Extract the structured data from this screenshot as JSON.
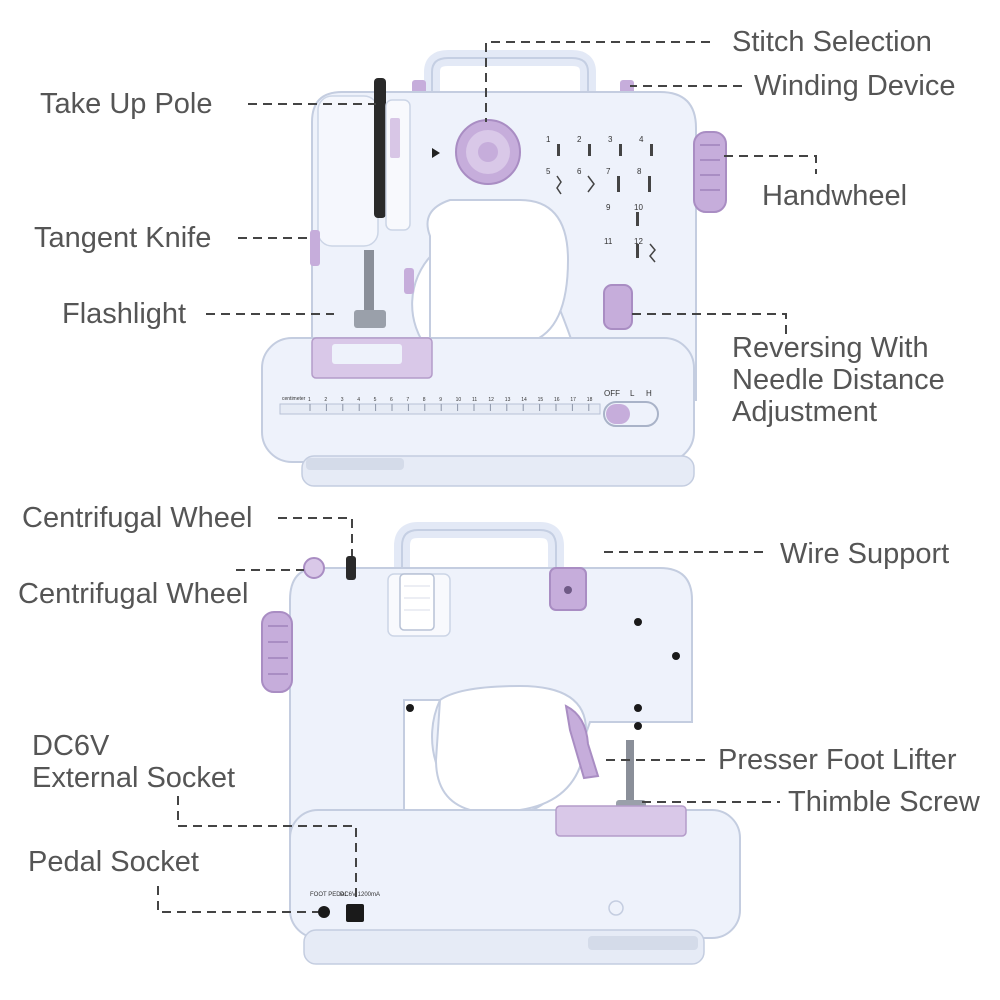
{
  "labels": {
    "stitch_selection": "Stitch Selection",
    "winding_device": "Winding Device",
    "take_up_pole": "Take Up Pole",
    "handwheel": "Handwheel",
    "tangent_knife": "Tangent Knife",
    "flashlight": "Flashlight",
    "reversing_line1": "Reversing With",
    "reversing_line2": "Needle Distance",
    "reversing_line3": "Adjustment",
    "centrifugal_wheel_1": "Centrifugal Wheel",
    "centrifugal_wheel_2": "Centrifugal Wheel",
    "wire_support": "Wire Support",
    "dc6v_line1": "DC6V",
    "dc6v_line2": "External Socket",
    "presser_foot_lifter": "Presser Foot Lifter",
    "thimble_screw": "Thimble Screw",
    "pedal_socket": "Pedal Socket"
  },
  "machine_front": {
    "stitch_numbers": [
      "1",
      "2",
      "3",
      "4",
      "5",
      "6",
      "7",
      "8",
      "9",
      "10",
      "11",
      "12"
    ],
    "switch_labels": [
      "OFF",
      "L",
      "H"
    ],
    "ruler_unit": "centimeter",
    "ruler_numbers": [
      "1",
      "2",
      "3",
      "4",
      "5",
      "6",
      "7",
      "8",
      "9",
      "10",
      "11",
      "12",
      "13",
      "14",
      "15",
      "16",
      "17",
      "18"
    ]
  },
  "machine_back": {
    "port_label_pedal": "FOOT PEDAL",
    "port_label_dc": "DC6V 1200mA"
  },
  "colors": {
    "body": "#eef2fb",
    "accent_lilac": "#c6addb",
    "label_text": "#555555",
    "leader_line": "#444444"
  }
}
